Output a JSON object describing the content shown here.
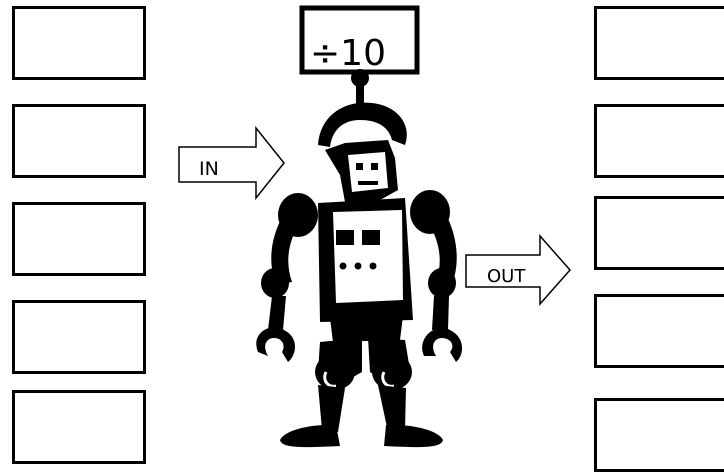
{
  "machine": {
    "rule": "÷10"
  },
  "arrows": {
    "in_label": "IN",
    "out_label": "OUT"
  },
  "input_boxes": [
    "",
    "",
    "",
    "",
    ""
  ],
  "output_boxes": [
    "",
    "",
    "",
    "",
    ""
  ],
  "colors": {
    "ink": "#000000",
    "paper": "#ffffff"
  },
  "icons": {
    "machine": "robot-icon",
    "in_arrow": "arrow-right-icon",
    "out_arrow": "arrow-right-icon"
  }
}
